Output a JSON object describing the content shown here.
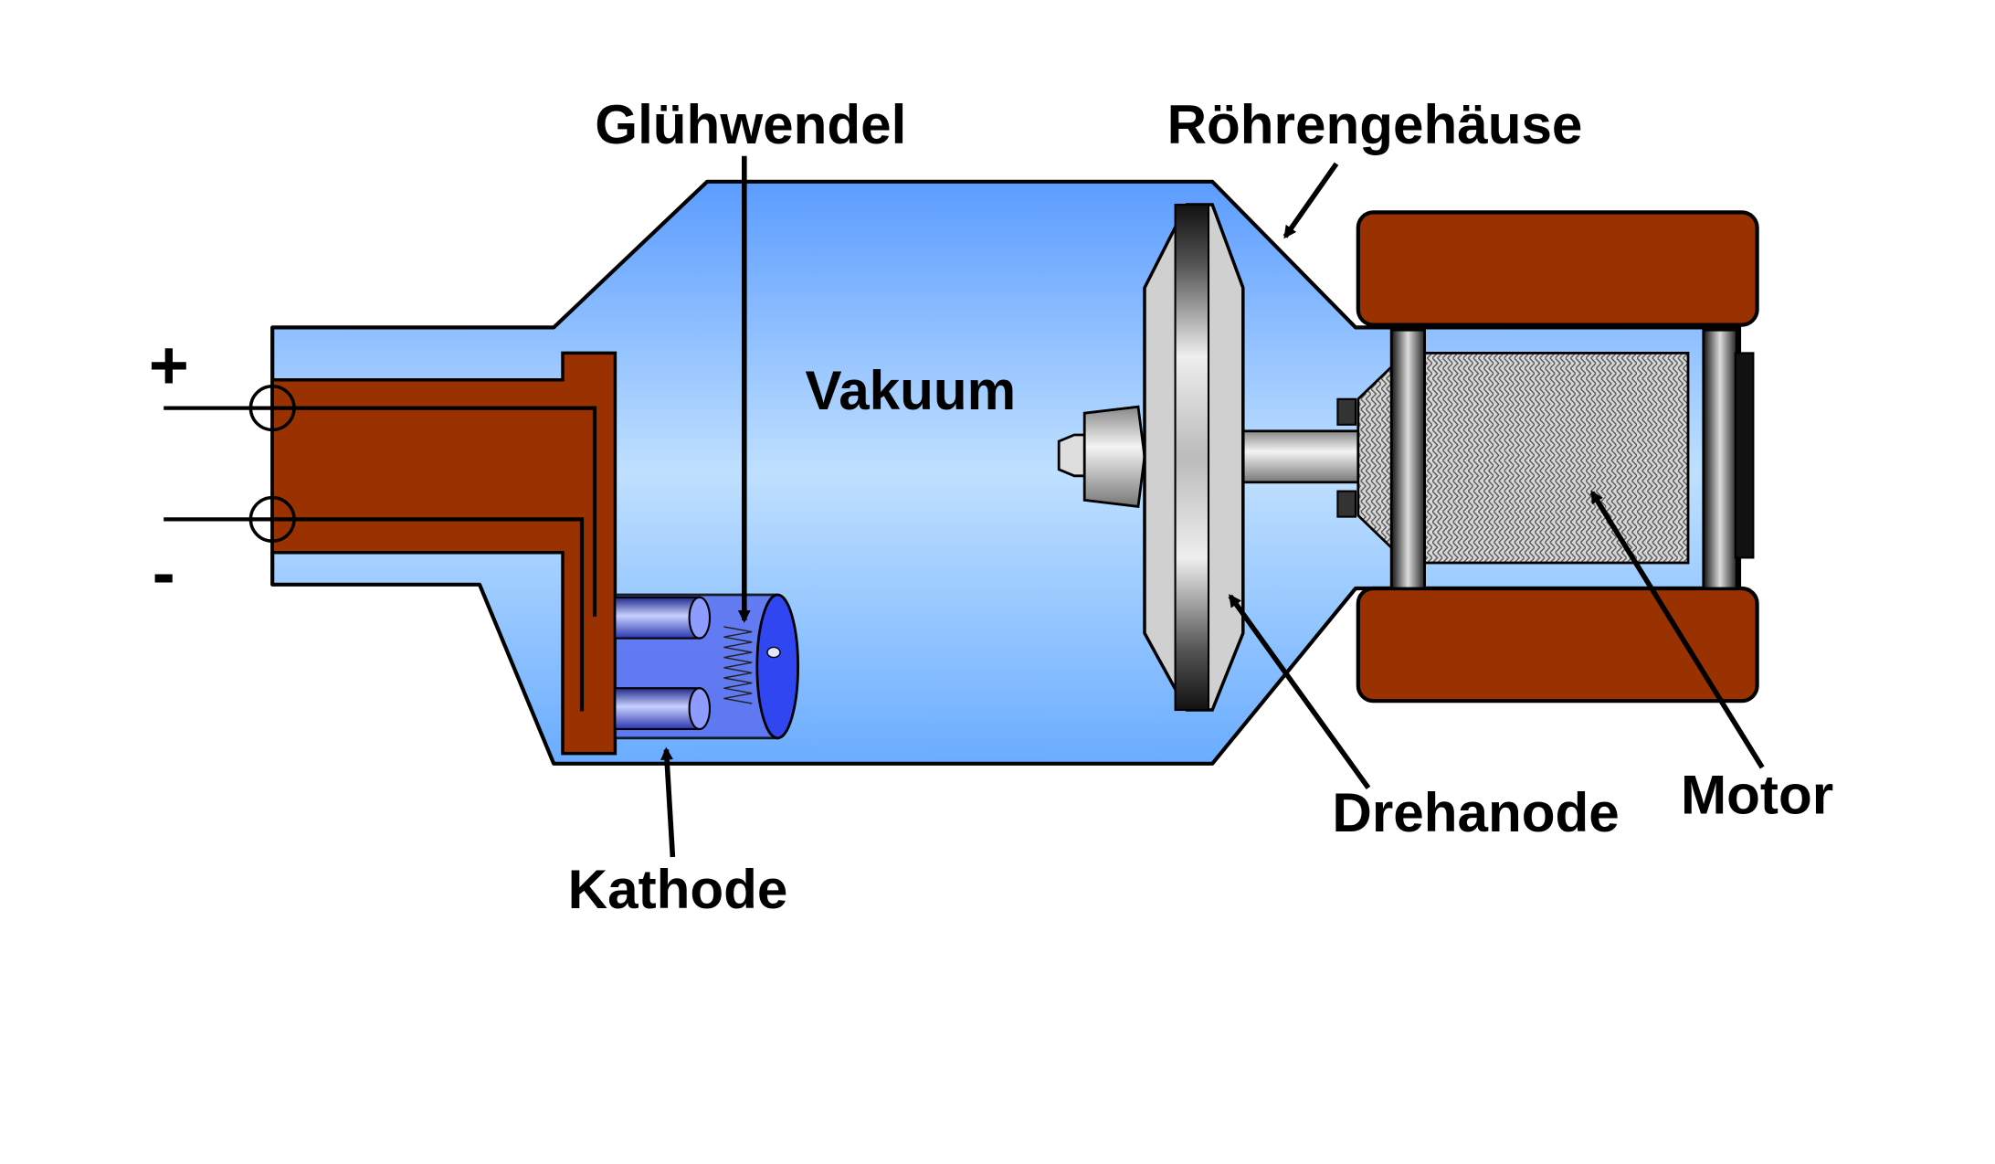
{
  "labels": {
    "gluehwendel": "Glühwendel",
    "roehrengehaeuse": "Röhrengehäuse",
    "vakuum": "Vakuum",
    "kathode": "Kathode",
    "drehanode": "Drehanode",
    "motor": "Motor",
    "plus": "+",
    "minus": "-"
  },
  "colors": {
    "vacuum_blue": "#8ec4ff",
    "copper": "#9a3100",
    "outline": "#000000",
    "cathode_blue": "#3a4fe0",
    "anode_gray": "#c8c8c8"
  }
}
